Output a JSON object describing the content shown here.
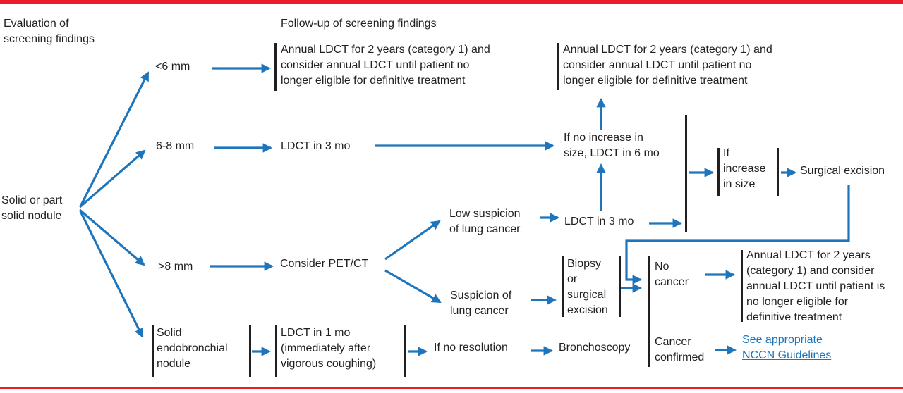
{
  "colors": {
    "arrow_blue": "#1f75bb",
    "rule_red": "#ed1c29",
    "ink": "#231f20",
    "link_blue": "#1c75bc"
  },
  "headers": {
    "evaluation": "Evaluation of\nscreening findings",
    "followup": "Follow-up of screening findings"
  },
  "nodes": {
    "root": "Solid or part\nsolid nodule",
    "size_lt6": "<6 mm",
    "size_6_8": "6-8 mm",
    "size_gt8": ">8 mm",
    "endobronchial": "Solid\nendobronchial\nnodule",
    "annual_ldct_lt6": "Annual LDCT for 2 years (category 1) and\nconsider annual LDCT until patient no\nlonger eligible for definitive treatment",
    "ldct_3mo": "LDCT in 3 mo",
    "annual_ldct_top": "Annual LDCT for 2 years (category 1) and\nconsider annual LDCT until patient no\nlonger eligible for definitive treatment",
    "no_increase": "If no increase in\nsize, LDCT in 6 mo",
    "if_increase": "If\nincrease\nin size",
    "surgical_excision": "Surgical excision",
    "low_suspicion": "Low suspicion\nof lung cancer",
    "ldct_3mo_2": "LDCT in 3 mo",
    "consider_petct": "Consider PET/CT",
    "suspicion": "Suspicion of\nlung cancer",
    "biopsy": "Biopsy\nor\nsurgical\nexcision",
    "no_cancer": "No\ncancer",
    "annual_ldct_right": "Annual LDCT for 2 years\n(category 1) and consider\nannual LDCT until patient is\nno longer eligible for\ndefinitive treatment",
    "cancer_confirmed": "Cancer\nconfirmed",
    "nccn_link": "See appropriate\nNCCN Guidelines",
    "ldct_1mo": "LDCT in 1 mo\n(immediately after\nvigorous coughing)",
    "no_resolution": "If no resolution",
    "bronchoscopy": "Bronchoscopy"
  }
}
